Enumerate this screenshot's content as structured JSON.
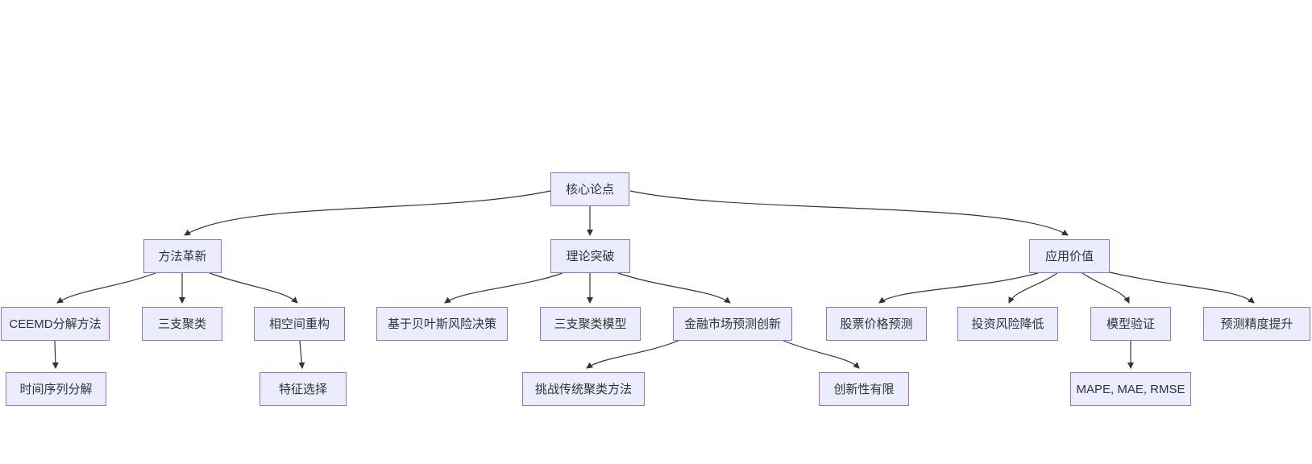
{
  "diagram": {
    "type": "flowchart-tree",
    "direction": "top-down",
    "colors": {
      "background": "#ffffff",
      "node_fill": "#ECECFF",
      "node_border": "#9370DB",
      "node_text": "#333333",
      "edge": "#333333"
    },
    "nodes": {
      "root": {
        "label": "核心论点"
      },
      "method": {
        "label": "方法革新"
      },
      "theory": {
        "label": "理论突破"
      },
      "application": {
        "label": "应用价值"
      },
      "ceemd": {
        "label": "CEEMD分解方法"
      },
      "three_way": {
        "label": "三支聚类"
      },
      "phase_space": {
        "label": "相空间重构"
      },
      "bayes": {
        "label": "基于贝叶斯风险决策"
      },
      "three_way_model": {
        "label": "三支聚类模型"
      },
      "fin_innovation": {
        "label": "金融市场预测创新"
      },
      "stock": {
        "label": "股票价格预测"
      },
      "risk": {
        "label": "投资风险降低"
      },
      "validation": {
        "label": "模型验证"
      },
      "accuracy": {
        "label": "预测精度提升"
      },
      "ts_decomp": {
        "label": "时间序列分解"
      },
      "feature": {
        "label": "特征选择"
      },
      "challenge": {
        "label": "挑战传统聚类方法"
      },
      "limited": {
        "label": "创新性有限"
      },
      "metrics": {
        "label": "MAPE, MAE, RMSE"
      }
    },
    "edges": [
      {
        "from": "核心论点",
        "to": "方法革新"
      },
      {
        "from": "核心论点",
        "to": "理论突破"
      },
      {
        "from": "核心论点",
        "to": "应用价值"
      },
      {
        "from": "方法革新",
        "to": "CEEMD分解方法"
      },
      {
        "from": "方法革新",
        "to": "三支聚类"
      },
      {
        "from": "方法革新",
        "to": "相空间重构"
      },
      {
        "from": "理论突破",
        "to": "基于贝叶斯风险决策"
      },
      {
        "from": "理论突破",
        "to": "三支聚类模型"
      },
      {
        "from": "理论突破",
        "to": "金融市场预测创新"
      },
      {
        "from": "应用价值",
        "to": "股票价格预测"
      },
      {
        "from": "应用价值",
        "to": "投资风险降低"
      },
      {
        "from": "应用价值",
        "to": "模型验证"
      },
      {
        "from": "应用价值",
        "to": "预测精度提升"
      },
      {
        "from": "CEEMD分解方法",
        "to": "时间序列分解"
      },
      {
        "from": "相空间重构",
        "to": "特征选择"
      },
      {
        "from": "金融市场预测创新",
        "to": "挑战传统聚类方法"
      },
      {
        "from": "金融市场预测创新",
        "to": "创新性有限"
      },
      {
        "from": "模型验证",
        "to": "MAPE, MAE, RMSE"
      }
    ]
  }
}
